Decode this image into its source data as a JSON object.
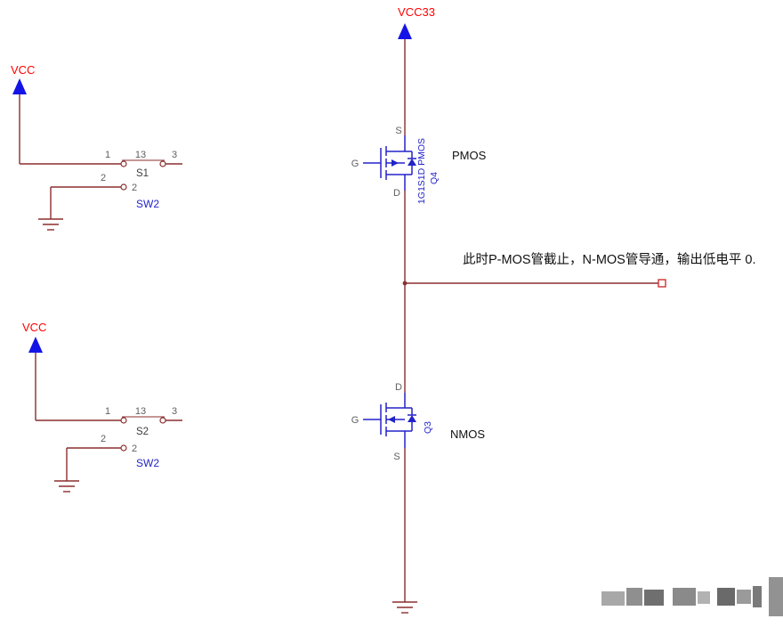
{
  "annotation": {
    "text": "此时P-MOS管截止，N-MOS管导通，输出低电平 0."
  },
  "power": {
    "vcc33_label": "VCC33",
    "vcc_top_label": "VCC",
    "vcc_bottom_label": "VCC"
  },
  "pmos": {
    "pin_s": "S",
    "pin_d": "D",
    "pin_g": "G",
    "part_text": "1G1S1D PMOS",
    "designator": "Q4",
    "type_label": "PMOS"
  },
  "nmos": {
    "pin_s": "S",
    "pin_d": "D",
    "pin_g": "G",
    "designator": "Q3",
    "type_label": "NMOS"
  },
  "switch1": {
    "pin1": "1",
    "pin13": "13",
    "pin3": "3",
    "pin2_outer": "2",
    "pin2_inner": "2",
    "designator": "S1",
    "comment": "SW2"
  },
  "switch2": {
    "pin1": "1",
    "pin13": "13",
    "pin3": "3",
    "pin2_outer": "2",
    "pin2_inner": "2",
    "designator": "S2",
    "comment": "SW2"
  },
  "colors": {
    "wire": "#8B2E2E",
    "power_label": "#FF0000",
    "symbol_blue": "#2323C8",
    "pin_text": "#5F5F5F",
    "annotation_text": "#111111",
    "port_outline": "#CC2222"
  }
}
